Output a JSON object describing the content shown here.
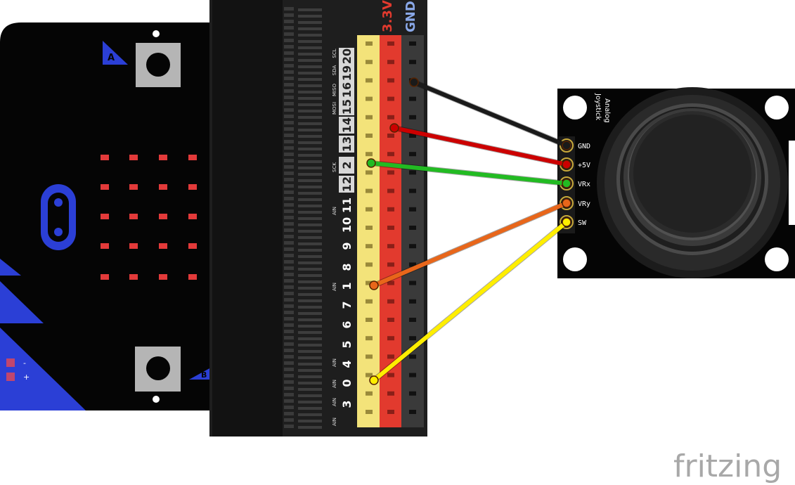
{
  "breakout": {
    "power_labels": [
      "3.3V",
      "GND"
    ],
    "pin_numbers_upper": [
      "20",
      "19",
      "16",
      "15",
      "14",
      "13",
      "2",
      "12",
      "11",
      "10",
      "9",
      "8",
      "1",
      "7",
      "6",
      "5",
      "4",
      "0",
      "3"
    ],
    "function_labels": [
      "SCL",
      "SDA",
      "MISO",
      "MOSI",
      "SCK",
      "AIN",
      "AIN",
      "AIN",
      "AIN",
      "AIN",
      "AIN"
    ]
  },
  "microbit": {
    "button_a": "A",
    "button_b": "B",
    "battery_minus": "-",
    "battery_plus": "+"
  },
  "joystick": {
    "title": "Analog\nJoystick",
    "title_line1": "Analog",
    "title_line2": "Joystick",
    "pins": [
      "GND",
      "+5V",
      "VRx",
      "VRy",
      "SW"
    ]
  },
  "wires": [
    {
      "from": "GND",
      "to": "GND",
      "color": "#1a1a1a"
    },
    {
      "from": "3.3V",
      "to": "+5V",
      "color": "#cc0000"
    },
    {
      "from": "2",
      "to": "VRx",
      "color": "#22bb22"
    },
    {
      "from": "1",
      "to": "VRy",
      "color": "#e8661a"
    },
    {
      "from": "0",
      "to": "SW",
      "color": "#ffee00"
    }
  ],
  "brand": "fritzing",
  "colors": {
    "microbit_blue": "#2b3fd6",
    "board_black": "#050505",
    "breakout_black": "#1e1e1e",
    "header_yellow": "#f3e37a",
    "header_red": "#e23a2e",
    "led_red": "#e33a3a",
    "fritzing_gray": "#a8a8a8"
  }
}
